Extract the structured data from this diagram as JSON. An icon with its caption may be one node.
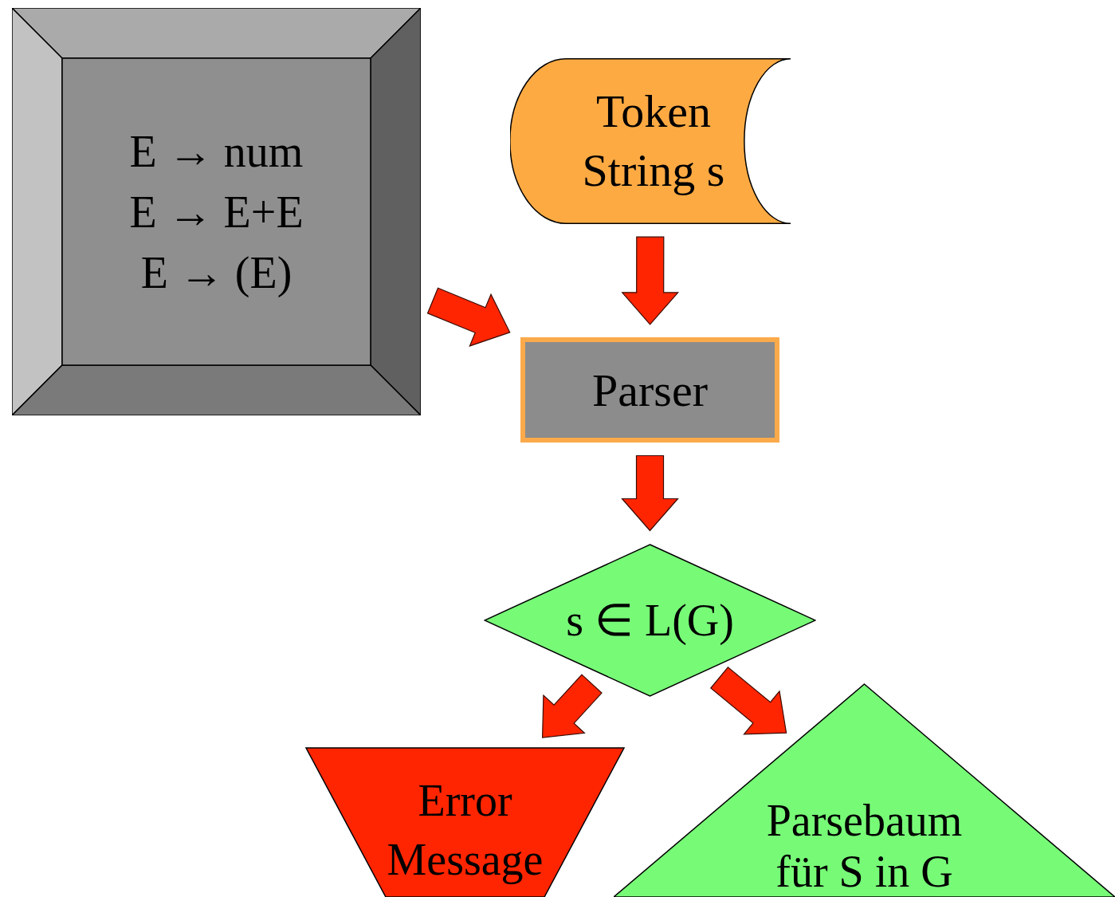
{
  "diagram": {
    "nodes": [
      {
        "text": [
          "E → num",
          "E → E+E",
          "E → (E)"
        ]
      },
      {
        "text": [
          "Token String s"
        ]
      },
      {
        "text": [
          "Parser"
        ]
      },
      {
        "text": [
          "s ∈ L(G)"
        ]
      },
      {
        "text": [
          "Error Message"
        ]
      },
      {
        "text": [
          "Parsebaum für S in G"
        ]
      }
    ],
    "edges": [
      {
        "from": 0,
        "to": 2,
        "arrow": "to"
      },
      {
        "from": 1,
        "to": 2,
        "arrow": "to"
      },
      {
        "from": 2,
        "to": 3,
        "arrow": "to"
      },
      {
        "from": 3,
        "to": 4,
        "arrow": "to"
      },
      {
        "from": 3,
        "to": 5,
        "arrow": "to"
      }
    ]
  }
}
